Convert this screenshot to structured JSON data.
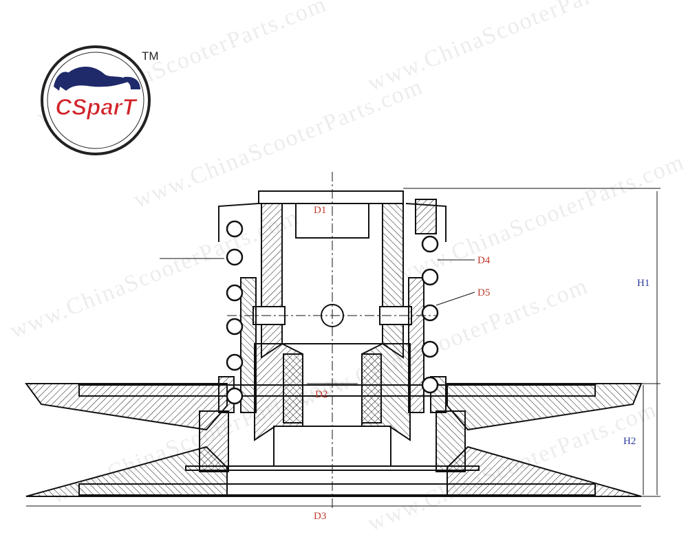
{
  "logo": {
    "brand_text": "CSparT",
    "trademark": "TM"
  },
  "watermark_text": "www.ChinaScooterParts.com",
  "dimensions": {
    "d1": "D1",
    "d2": "D2",
    "d3": "D3",
    "d4": "D4",
    "d5": "D5",
    "h1": "H1",
    "h2": "H2"
  },
  "colors": {
    "line": "#111111",
    "dim_red": "#c0392b",
    "dim_blue": "#2b3a9c",
    "logo_red": "#d2232a",
    "logo_navy": "#1f2a6b"
  }
}
